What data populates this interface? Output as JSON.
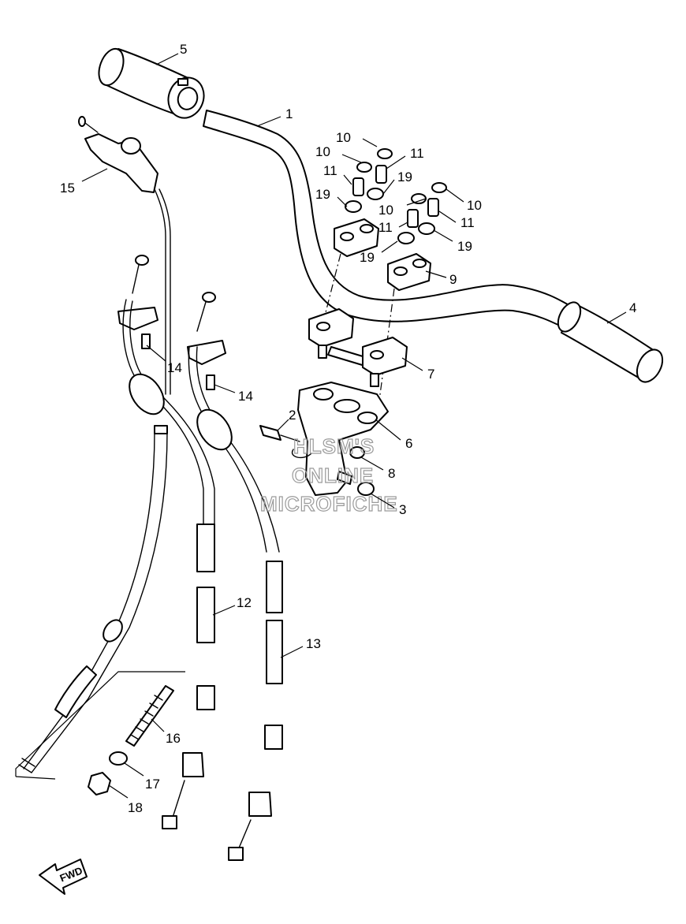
{
  "watermark": {
    "line1": "HLSM'S",
    "line2": "ONLINE",
    "line3": "MICROFICHE"
  },
  "direction_label": "FWD",
  "callouts": [
    {
      "id": "c1",
      "number": "1"
    },
    {
      "id": "c2",
      "number": "2"
    },
    {
      "id": "c3",
      "number": "3"
    },
    {
      "id": "c4",
      "number": "4"
    },
    {
      "id": "c5",
      "number": "5"
    },
    {
      "id": "c6",
      "number": "6"
    },
    {
      "id": "c7",
      "number": "7"
    },
    {
      "id": "c8",
      "number": "8"
    },
    {
      "id": "c9",
      "number": "9"
    },
    {
      "id": "c10a",
      "number": "10"
    },
    {
      "id": "c10b",
      "number": "10"
    },
    {
      "id": "c10c",
      "number": "10"
    },
    {
      "id": "c10d",
      "number": "10"
    },
    {
      "id": "c11a",
      "number": "11"
    },
    {
      "id": "c11b",
      "number": "11"
    },
    {
      "id": "c11c",
      "number": "11"
    },
    {
      "id": "c11d",
      "number": "11"
    },
    {
      "id": "c12",
      "number": "12"
    },
    {
      "id": "c13",
      "number": "13"
    },
    {
      "id": "c14a",
      "number": "14"
    },
    {
      "id": "c14b",
      "number": "14"
    },
    {
      "id": "c15",
      "number": "15"
    },
    {
      "id": "c16",
      "number": "16"
    },
    {
      "id": "c17",
      "number": "17"
    },
    {
      "id": "c18",
      "number": "18"
    },
    {
      "id": "c19a",
      "number": "19"
    },
    {
      "id": "c19b",
      "number": "19"
    },
    {
      "id": "c19c",
      "number": "19"
    },
    {
      "id": "c19d",
      "number": "19"
    }
  ]
}
